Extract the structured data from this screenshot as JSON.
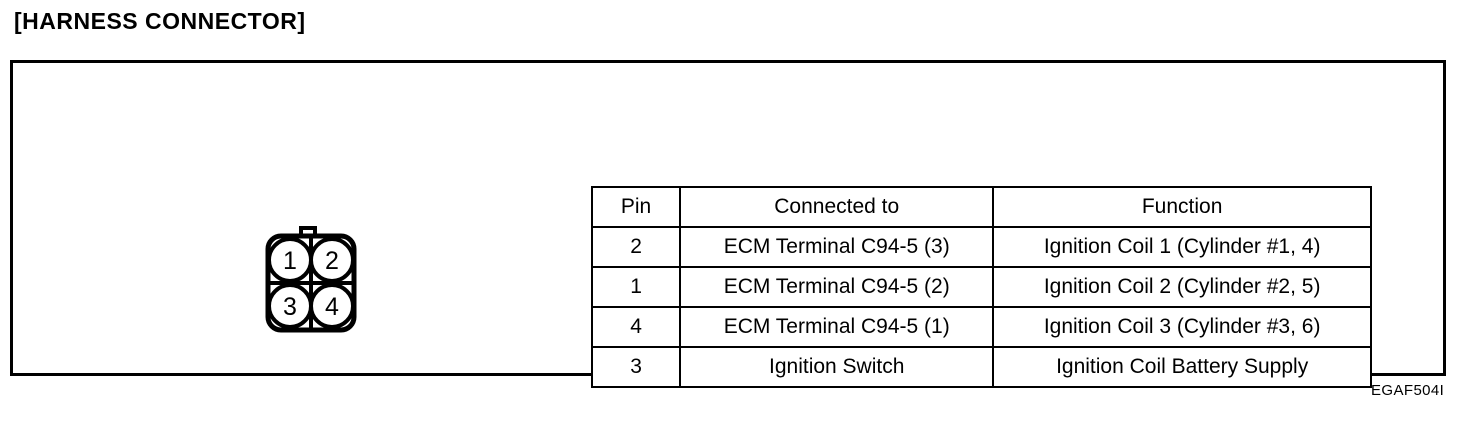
{
  "page": {
    "title": "[HARNESS CONNECTOR]",
    "reference_code": "EGAF504I",
    "ink_color": "#000000",
    "background_color": "#ffffff"
  },
  "connector": {
    "name": "4-pin harness connector",
    "shape": "rounded-square housing with top locking tab",
    "rows": 2,
    "columns": 2,
    "pins": [
      {
        "label": "1",
        "row": 0,
        "col": 0
      },
      {
        "label": "2",
        "row": 0,
        "col": 1
      },
      {
        "label": "3",
        "row": 1,
        "col": 0
      },
      {
        "label": "4",
        "row": 1,
        "col": 1
      }
    ]
  },
  "table": {
    "headers": [
      "Pin",
      "Connected to",
      "Function"
    ],
    "rows": [
      {
        "pin": "2",
        "connected_to": "ECM Terminal C94-5 (3)",
        "function": "Ignition Coil 1 (Cylinder #1, 4)",
        "connected_align": "left",
        "function_align": "left"
      },
      {
        "pin": "1",
        "connected_to": "ECM Terminal C94-5 (2)",
        "function": "Ignition Coil 2 (Cylinder #2, 5)",
        "connected_align": "left",
        "function_align": "left"
      },
      {
        "pin": "4",
        "connected_to": "ECM Terminal C94-5 (1)",
        "function": "Ignition Coil 3 (Cylinder #3, 6)",
        "connected_align": "left",
        "function_align": "left"
      },
      {
        "pin": "3",
        "connected_to": "Ignition Switch",
        "function": "Ignition Coil Battery Supply",
        "connected_align": "center",
        "function_align": "center"
      }
    ]
  }
}
